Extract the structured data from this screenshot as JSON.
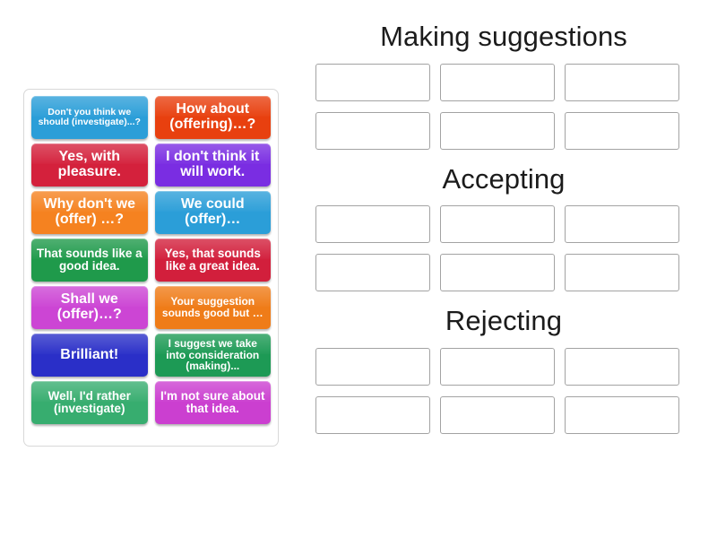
{
  "tray": {
    "name": "answer-tiles",
    "tiles": [
      {
        "text": "Don't you think we should (investigate)...?",
        "color": "#2b9ed8",
        "size": "fs-xs"
      },
      {
        "text": "How about (offering)…?",
        "color": "#e8400f",
        "size": "fs-lg"
      },
      {
        "text": "Yes, with pleasure.",
        "color": "#d4213c",
        "size": "fs-lg"
      },
      {
        "text": "I don't think it will work.",
        "color": "#7a2de2",
        "size": "fs-lg"
      },
      {
        "text": "Why don't we (offer) …?",
        "color": "#f58220",
        "size": "fs-lg"
      },
      {
        "text": "We could (offer)…",
        "color": "#2b9ed8",
        "size": "fs-lg"
      },
      {
        "text": "That sounds like a good idea.",
        "color": "#1f9a4b",
        "size": "fs-md"
      },
      {
        "text": "Yes, that sounds like a great idea.",
        "color": "#d21f3c",
        "size": "fs-md"
      },
      {
        "text": "Shall we (offer)…?",
        "color": "#cc45d4",
        "size": "fs-lg"
      },
      {
        "text": "Your suggestion sounds good but …",
        "color": "#ef7c18",
        "size": "fs-sm"
      },
      {
        "text": "Brilliant!",
        "color": "#2a2fc8",
        "size": "fs-lg"
      },
      {
        "text": "I suggest we take into consideration (making)...",
        "color": "#1d9a55",
        "size": "fs-sm"
      },
      {
        "text": "Well, I'd rather (investigate)",
        "color": "#37ad6f",
        "size": "fs-md"
      },
      {
        "text": "I'm not sure about that idea.",
        "color": "#cb3fd0",
        "size": "fs-md"
      }
    ]
  },
  "zones": [
    {
      "title": "Making suggestions",
      "slots": [
        "",
        "",
        "",
        "",
        "",
        ""
      ]
    },
    {
      "title": "Accepting",
      "slots": [
        "",
        "",
        "",
        "",
        "",
        ""
      ]
    },
    {
      "title": "Rejecting",
      "slots": [
        "",
        "",
        "",
        "",
        "",
        ""
      ]
    }
  ]
}
